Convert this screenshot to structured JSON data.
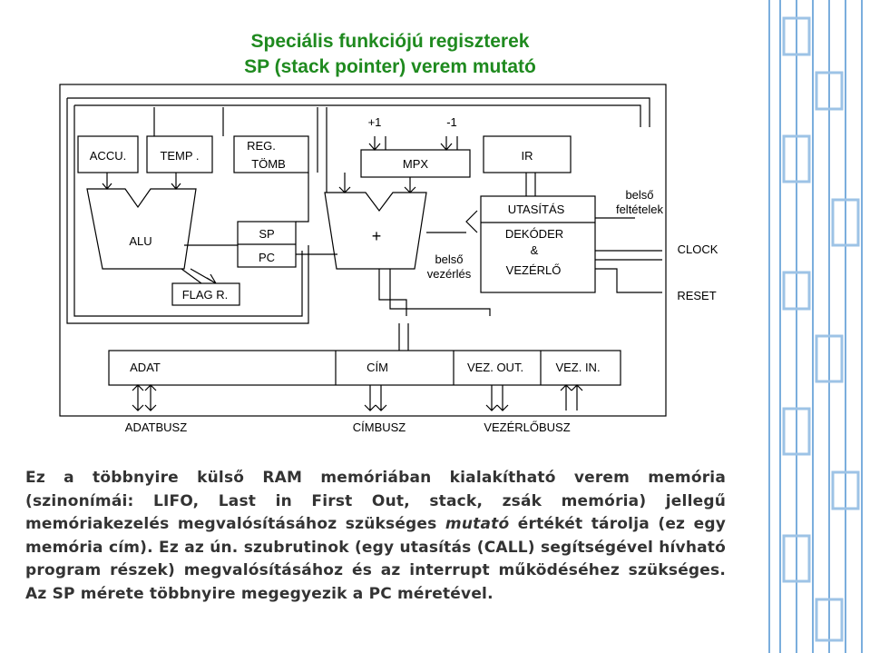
{
  "title_line1": "Speciális funkciójú regiszterek",
  "title_line2": "SP (stack pointer) verem mutató",
  "diagram": {
    "labels": {
      "plus1": "+1",
      "minus1": "-1",
      "accu": "ACCU.",
      "temp": "TEMP .",
      "reg": "REG.",
      "tomb": "TÖMB",
      "mpx": "MPX",
      "ir": "IR",
      "utasitas": "UTASÍTÁS",
      "belso_felt_1": "belső",
      "belso_felt_2": "feltételek",
      "alu": "ALU",
      "sp": "SP",
      "pc": "PC",
      "plus": "+",
      "dekoder": "DEKÓDER",
      "amp": "&",
      "vezerlo": "VEZÉRLŐ",
      "belso_vez_1": "belső",
      "belso_vez_2": "vezérlés",
      "clock": "CLOCK",
      "flag": "FLAG R.",
      "reset": "RESET",
      "adat": "ADAT",
      "cim": "CÍM",
      "vez_out": "VEZ. OUT.",
      "vez_in": "VEZ. IN.",
      "adatbusz": "ADATBUSZ",
      "cimbusz": "CÍMBUSZ",
      "vezerlobusz": "VEZÉRLŐBUSZ"
    }
  },
  "paragraph": {
    "part1": "Ez a többnyire külső RAM memóriában kialakítható verem memória (szinonímái: LIFO, Last in First Out, stack, zsák memória) jellegű memóriakezelés megvalósításához szükséges ",
    "italic": "mutató",
    "part2": " értékét tárolja (ez egy memória cím). Ez az ún. szubrutinok (egy utasítás (CALL) segítségével hívható program részek) megvalósításához és az interrupt működéséhez szükséges. Az SP mérete többnyire megegyezik a PC méretével."
  },
  "colors": {
    "title": "#1f8a1f",
    "text": "#333333",
    "deco": "#5b9bd5"
  }
}
